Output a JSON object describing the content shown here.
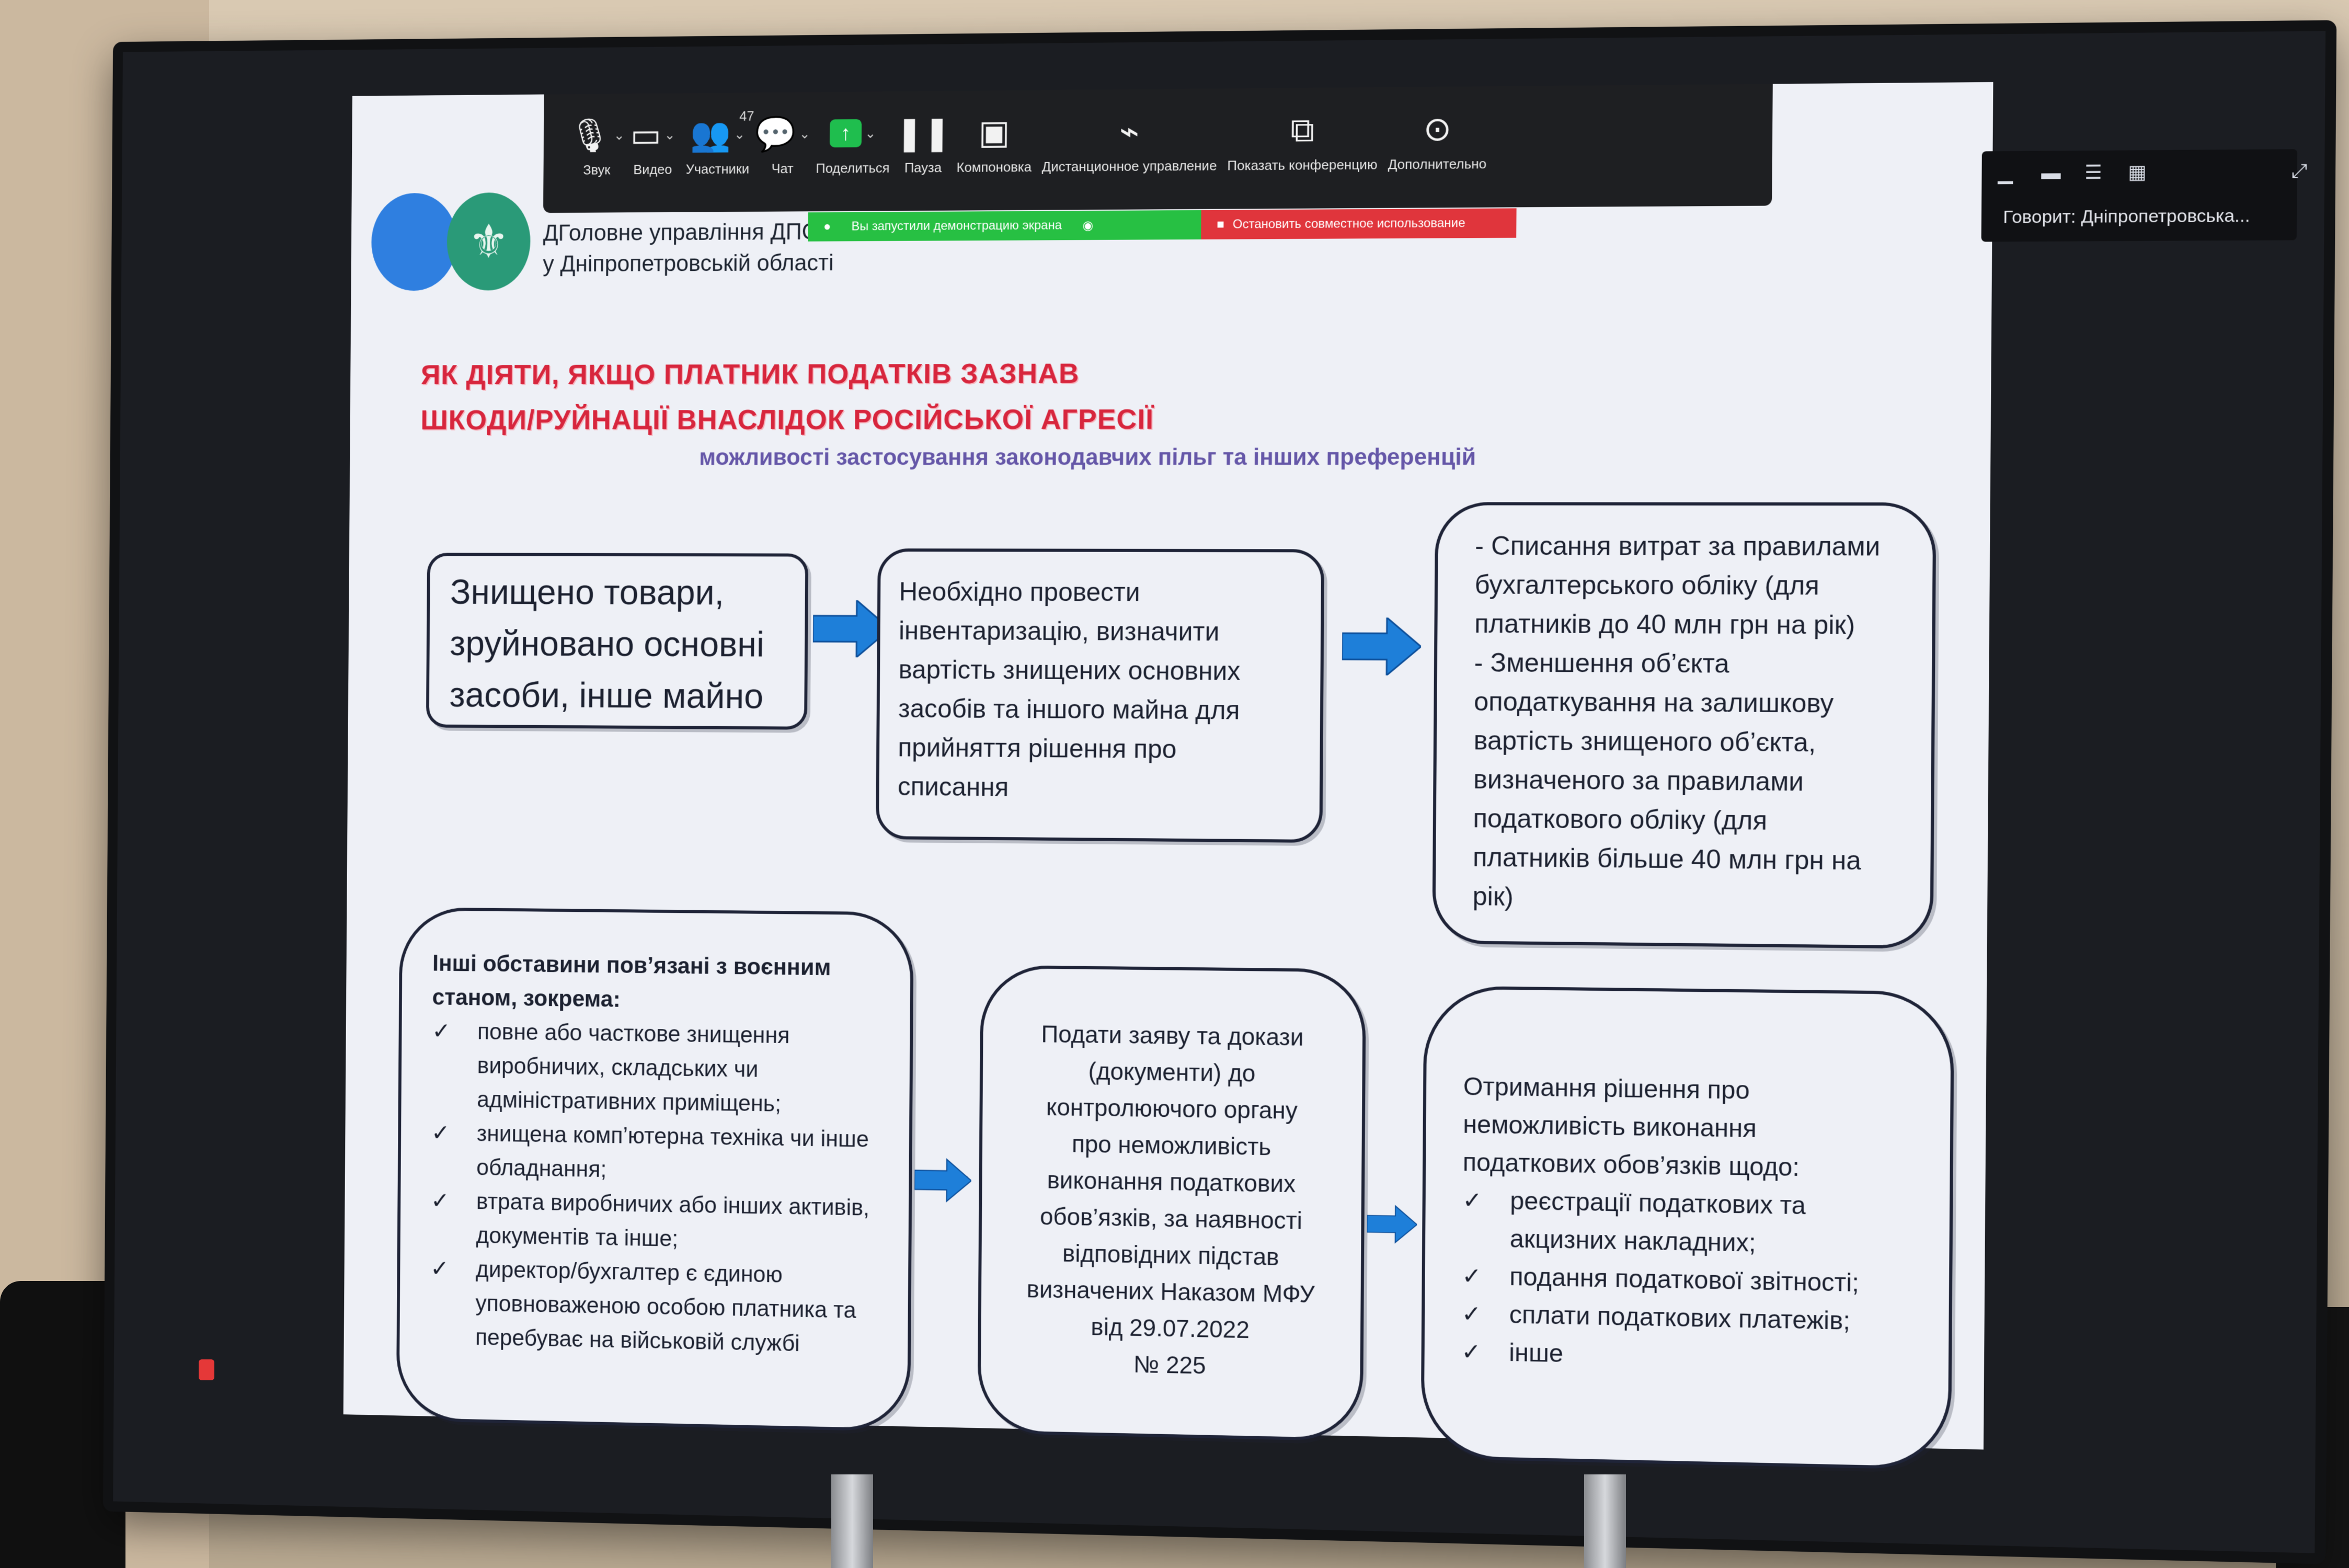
{
  "toolbar": {
    "items": [
      {
        "icon": "microphone-icon",
        "label": "Звук"
      },
      {
        "icon": "video-camera-icon",
        "label": "Видео"
      },
      {
        "icon": "participants-icon",
        "label": "Участники",
        "count": "47"
      },
      {
        "icon": "chat-icon",
        "label": "Чат"
      },
      {
        "icon": "share-screen-icon",
        "label": "Поделиться"
      },
      {
        "icon": "pause-icon",
        "label": "Пауза"
      },
      {
        "icon": "layout-icon",
        "label": "Компоновка"
      },
      {
        "icon": "remote-control-icon",
        "label": "Дистанционное управление"
      },
      {
        "icon": "show-conference-icon",
        "label": "Показать конференцию"
      },
      {
        "icon": "more-icon",
        "label": "Дополнительно"
      }
    ],
    "share_notice": "Вы запустили демонстрацию экрана",
    "stop_share": "Остановить совместное использование"
  },
  "gallery": {
    "speaker": "Говорит: Дніпропетровська..."
  },
  "slide": {
    "org_line1_prefix": "Д",
    "org_line1": "Головне управління ДПС",
    "org_line2": "у Дніпропетровській області",
    "title_line1": "ЯК ДІЯТИ, ЯКЩО ПЛАТНИК ПОДАТКІВ ЗАЗНАВ",
    "title_line2": "ШКОДИ/РУЙНАЦІЇ ВНАСЛІДОК РОСІЙСЬКОЇ АГРЕСІЇ",
    "subtitle": "можливості застосування законодавчих пільг та інших преференцій",
    "box1": [
      "Знищено товари,",
      "зруйновано основні",
      "засоби, інше майно"
    ],
    "box2": [
      "Необхідно провести",
      "інвентаризацію, визначити",
      "вартість знищених основних",
      "засобів та іншого майна для",
      "прийняття рішення про",
      "списання"
    ],
    "box3": [
      "- Списання витрат за правилами",
      "бухгалтерського обліку (для",
      "платників до 40 млн грн на рік)",
      " - Зменшення об’єкта",
      "оподаткування на залишкову",
      "вартість знищеного об’єкта,",
      "визначеного за правилами",
      "податкового обліку  (для",
      "платників більше 40 млн грн на",
      "рік)"
    ],
    "box4_head": [
      "Інші обставини пов’язані з воєнним",
      "станом, зокрема:"
    ],
    "box4_items": [
      [
        "повне або часткове знищення",
        "виробничих, складських чи",
        "адміністративних приміщень;"
      ],
      [
        "знищена комп’ютерна техніка чи інше",
        "обладнання;"
      ],
      [
        "втрата виробничих або інших активів,",
        "документів та інше;"
      ],
      [
        "директор/бухгалтер є єдиною",
        "уповноваженою особою платника та",
        "перебуває  на військовій службі"
      ]
    ],
    "box5": [
      "Подати заяву та докази",
      "(документи) до",
      "контролюючого органу",
      "про неможливість",
      "виконання  податкових",
      "обов’язків, за наявності",
      "відповідних підстав",
      "визначених Наказом МФУ",
      "від 29.07.2022",
      "№ 225"
    ],
    "box6_head": [
      "Отримання рішення про",
      "неможливість виконання",
      "податкових обов’язків щодо:"
    ],
    "box6_items": [
      [
        "реєстрації податкових та",
        "акцизних накладних;"
      ],
      [
        "подання податкової звітності;"
      ],
      [
        "сплати податкових платежів;"
      ],
      [
        "інше"
      ]
    ],
    "check_mark": "✓",
    "arrow_color": "#1e7fd9"
  }
}
